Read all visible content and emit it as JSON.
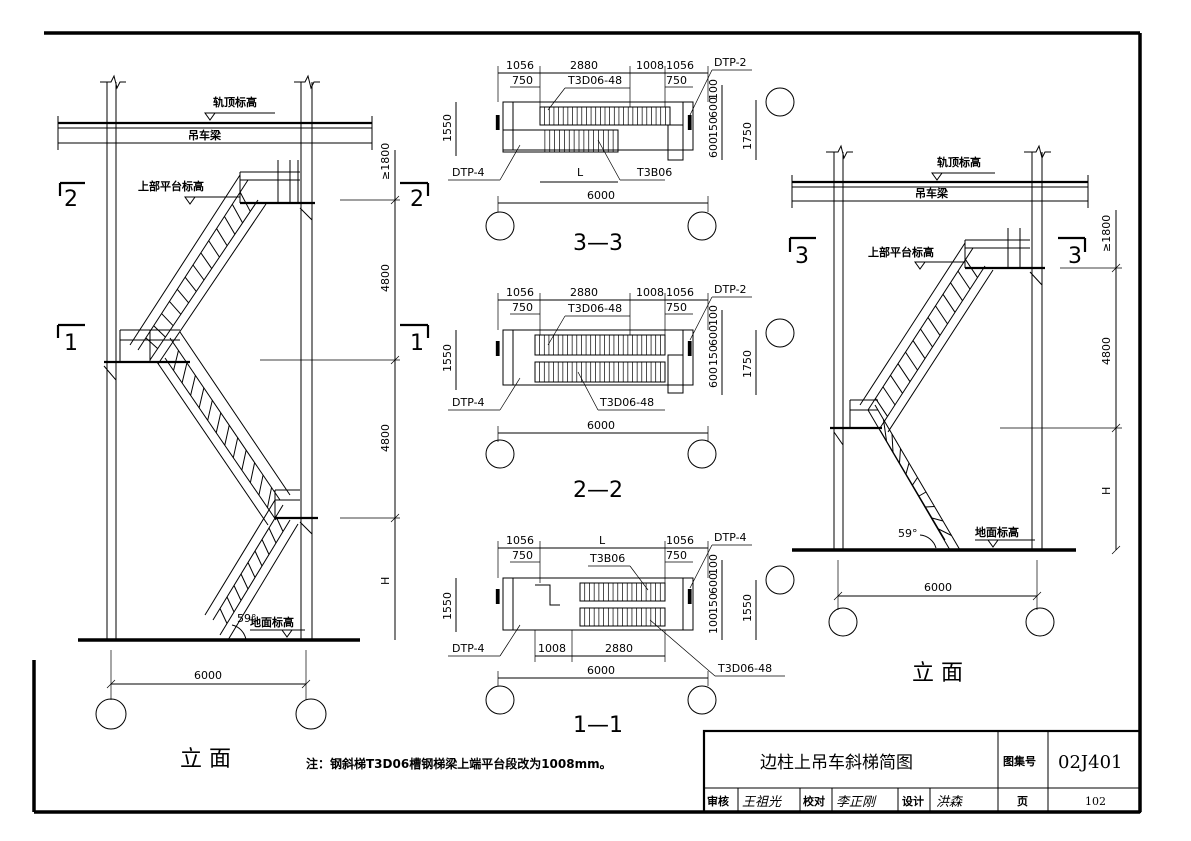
{
  "left_elevation": {
    "label_rail_top": "轨顶标高",
    "label_crane_beam": "吊车梁",
    "label_upper_platform": "上部平台标高",
    "label_ground": "地面标高",
    "section_mark_2_left": "2",
    "section_mark_2_right": "2",
    "section_mark_1_left": "1",
    "section_mark_1_right": "1",
    "dim_top": "≥1800",
    "dim_upper": "4800",
    "dim_lower": "4800",
    "dim_h": "H",
    "angle": "59°",
    "dim_width": "6000",
    "caption": "立 面"
  },
  "plan_3_3": {
    "dims_top": [
      "1056",
      "2880",
      "1008",
      "1056"
    ],
    "dim_750_left": "750",
    "dim_750_right": "750",
    "label_t3d06": "T3D06-48",
    "label_dtp2": "DTP-2",
    "label_dtp4": "DTP-4",
    "label_t3b06": "T3B06",
    "dim_l": "L",
    "dim_left_1550": "1550",
    "dims_right_small": [
      "100",
      "600",
      "150",
      "600"
    ],
    "dim_right_1750": "1750",
    "dim_width": "6000",
    "caption": "3—3"
  },
  "plan_2_2": {
    "dims_top": [
      "1056",
      "2880",
      "1008",
      "1056"
    ],
    "dim_750_left": "750",
    "dim_750_right": "750",
    "label_t3d06_top": "T3D06-48",
    "label_dtp2": "DTP-2",
    "label_dtp4": "DTP-4",
    "label_t3d06_bottom": "T3D06-48",
    "dim_left_1550": "1550",
    "dims_right_small": [
      "100",
      "600",
      "150",
      "600"
    ],
    "dim_right_1750": "1750",
    "dim_width": "6000",
    "caption": "2—2"
  },
  "plan_1_1": {
    "dims_top": [
      "1056",
      "L",
      "1056"
    ],
    "dim_750_left": "750",
    "dim_750_right": "750",
    "label_t3b06": "T3B06",
    "label_dtp4_right": "DTP-4",
    "label_dtp4_left": "DTP-4",
    "dims_bottom": [
      "1008",
      "2880"
    ],
    "label_t3d06": "T3D06-48",
    "dim_left_1550": "1550",
    "dims_right_small": [
      "100",
      "600",
      "150",
      "100"
    ],
    "dim_right_1550": "1550",
    "dim_width": "6000",
    "caption": "1—1"
  },
  "right_elevation": {
    "label_rail_top": "轨顶标高",
    "label_crane_beam": "吊车梁",
    "label_upper_platform": "上部平台标高",
    "label_ground": "地面标高",
    "section_mark_3_left": "3",
    "section_mark_3_right": "3",
    "dim_top": "≥1800",
    "dim_upper": "4800",
    "dim_h": "H",
    "angle": "59°",
    "dim_width": "6000",
    "caption": "立 面"
  },
  "note": "注：钢斜梯T3D06槽钢梯梁上端平台段改为1008mm。",
  "title_block": {
    "title": "边柱上吊车斜梯简图",
    "atlas_label": "图集号",
    "atlas_no": "02J401",
    "review_label": "审核",
    "review_sign": "王祖光",
    "check_label": "校对",
    "check_sign": "李正刚",
    "design_label": "设计",
    "design_sign": "洪森",
    "page_label": "页",
    "page_no": "102"
  }
}
